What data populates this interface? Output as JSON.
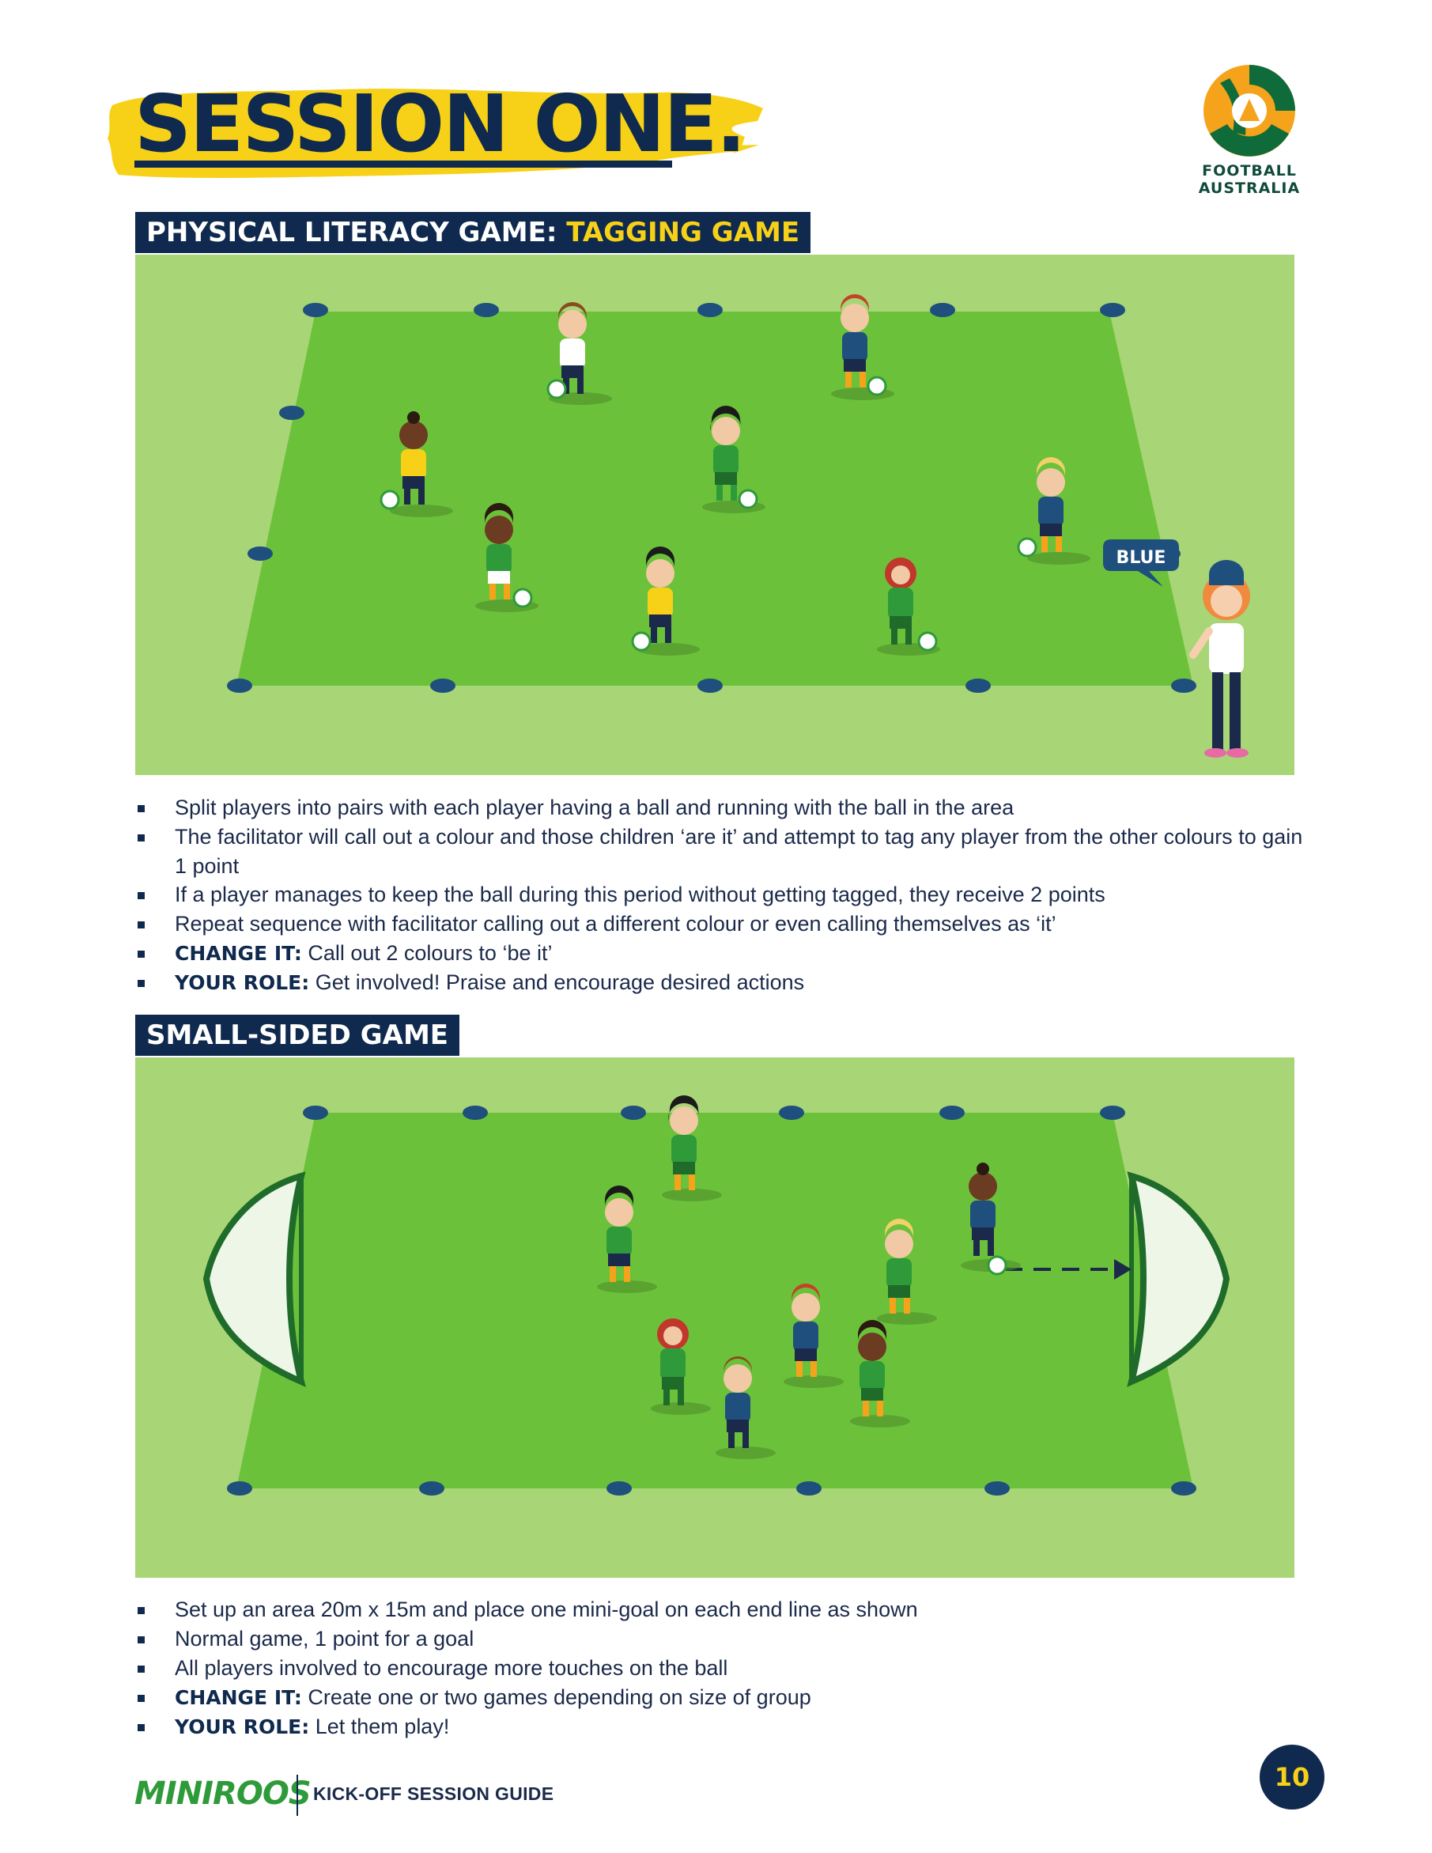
{
  "title": "SESSION ONE.",
  "logo": {
    "line1": "FOOTBALL",
    "line2": "AUSTRALIA",
    "colors": {
      "gold": "#f5a31a",
      "green": "#0f6b3a"
    }
  },
  "section1": {
    "title_main": "PHYSICAL LITERACY GAME:",
    "title_accent": "TAGGING GAME",
    "speech_bubble": "BLUE",
    "bullets": [
      {
        "lead": "",
        "text": "Split players into pairs with each player having a ball and running with the ball in the area"
      },
      {
        "lead": "",
        "text": "The facilitator will call out a colour and those children ‘are it’ and attempt to tag any player from the other colours to gain 1 point"
      },
      {
        "lead": "",
        "text": "If a player manages to keep the ball during this period without getting tagged, they receive 2 points"
      },
      {
        "lead": "",
        "text": "Repeat sequence with facilitator calling out a different colour or even calling themselves as ‘it’"
      },
      {
        "lead": "CHANGE IT:",
        "text": " Call out 2 colours to ‘be it’"
      },
      {
        "lead": "YOUR ROLE:",
        "text": " Get involved! Praise and encourage desired actions"
      }
    ]
  },
  "section2": {
    "title_main": "SMALL-SIDED GAME",
    "bullets": [
      {
        "lead": "",
        "text": "Set up an area 20m x 15m and place one mini-goal on each end line as shown"
      },
      {
        "lead": "",
        "text": "Normal game, 1 point for a goal"
      },
      {
        "lead": "",
        "text": "All players involved to encourage more touches on the ball"
      },
      {
        "lead": "CHANGE IT:",
        "text": " Create one or two games depending on size of group"
      },
      {
        "lead": "YOUR ROLE:",
        "text": " Let them play!"
      }
    ]
  },
  "footer": {
    "brand": "MINIROOS",
    "guide": "KICK-OFF SESSION GUIDE",
    "page_number": "10"
  },
  "colors": {
    "navy": "#0f2a4e",
    "yellow": "#f7d117",
    "pitch_outer": "#a8d576",
    "pitch_inner": "#6cc13a",
    "cone": "#1f4f7d"
  }
}
